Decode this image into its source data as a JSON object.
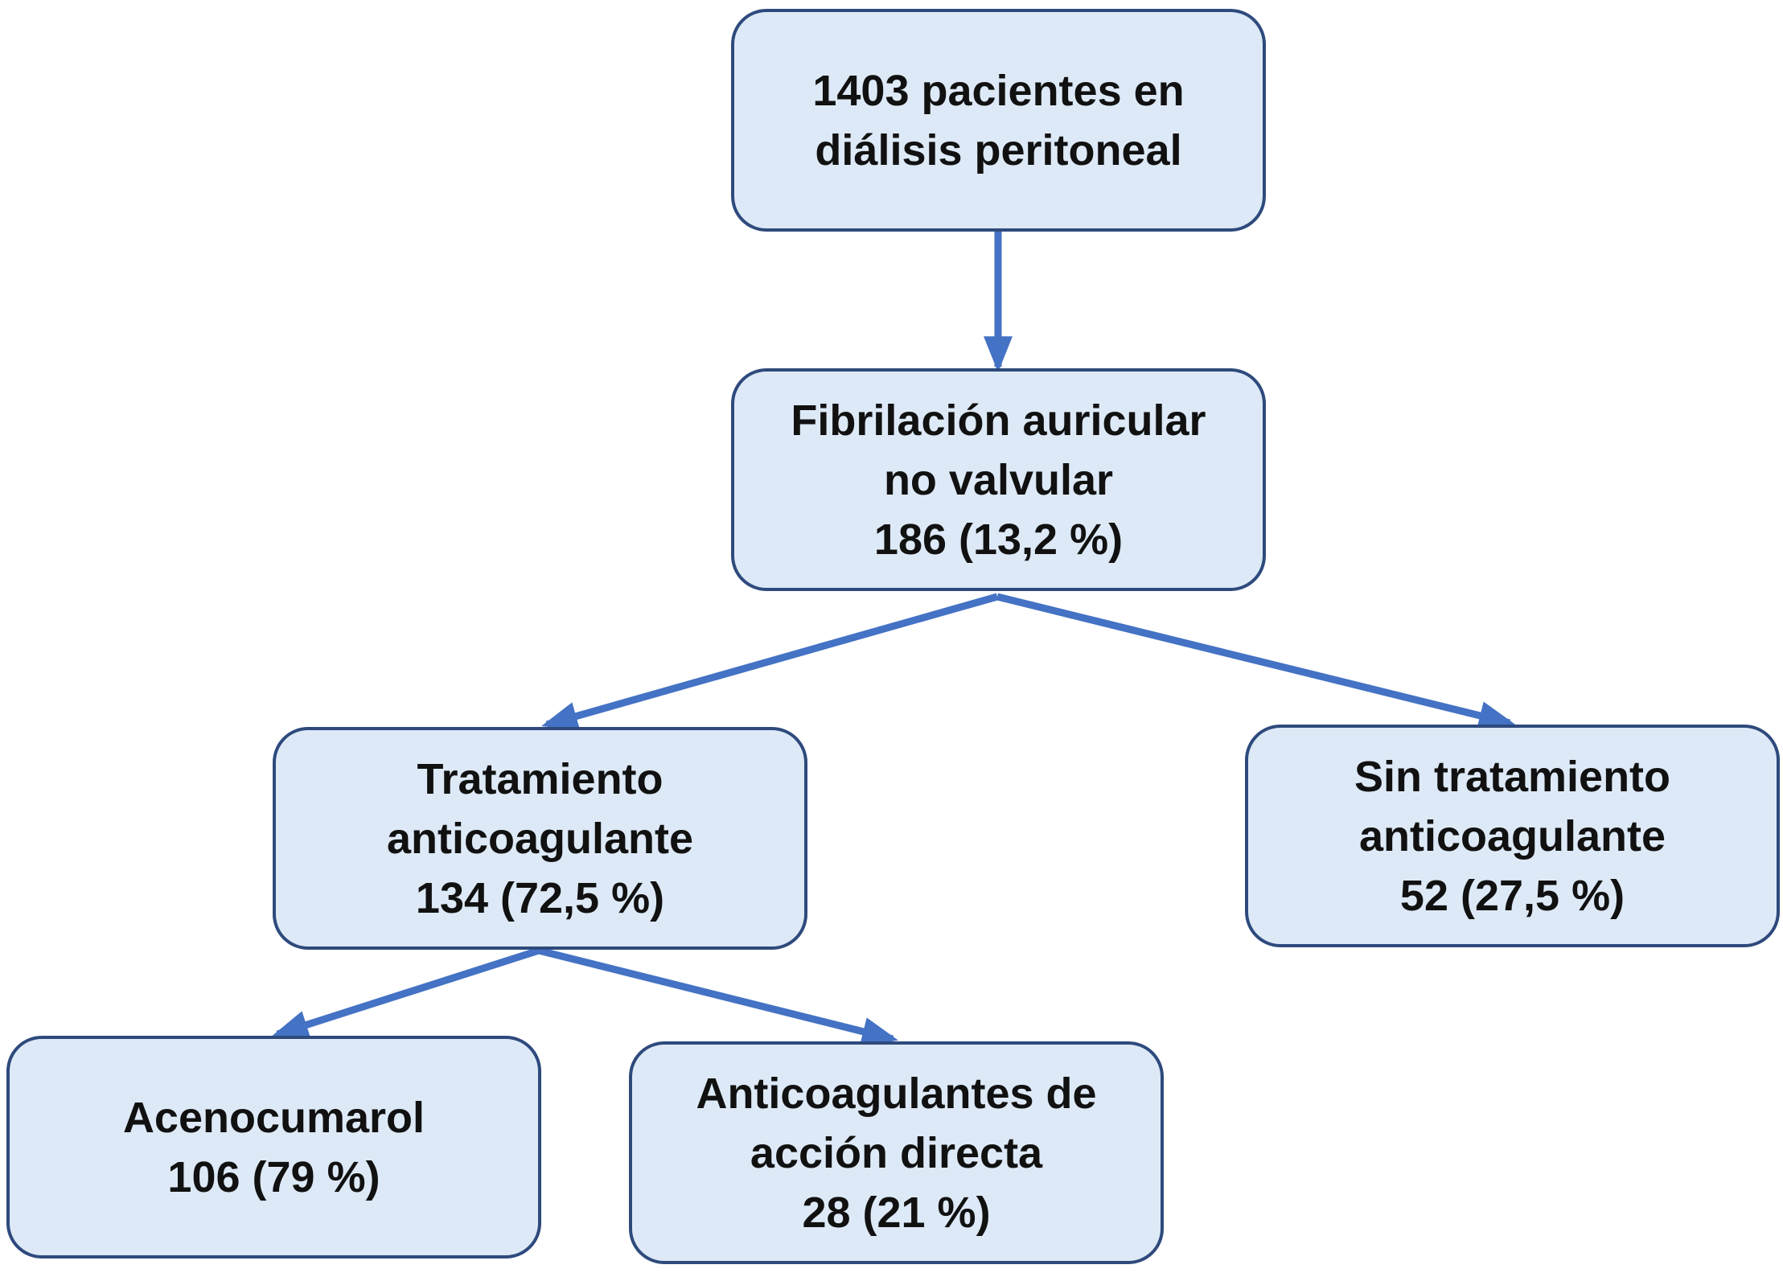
{
  "colors": {
    "box_fill": "#dde9f6",
    "box_border": "#2e4a7d",
    "arrow": "#4472c4",
    "text": "#111111"
  },
  "nodes": {
    "root": {
      "lines": [
        "1403 pacientes en",
        "diálisis peritoneal"
      ]
    },
    "fibrilacion": {
      "lines": [
        "Fibrilación auricular",
        "no valvular",
        "186 (13,2 %)"
      ]
    },
    "tratamiento": {
      "lines": [
        "Tratamiento",
        "anticoagulante",
        "134 (72,5 %)"
      ]
    },
    "sin_tratamiento": {
      "lines": [
        "Sin tratamiento",
        "anticoagulante",
        "52 (27,5 %)"
      ]
    },
    "acenocumarol": {
      "lines": [
        "Acenocumarol",
        "106 (79 %)"
      ]
    },
    "aad": {
      "lines": [
        "Anticoagulantes de",
        "acción directa",
        "28 (21 %)"
      ]
    }
  }
}
